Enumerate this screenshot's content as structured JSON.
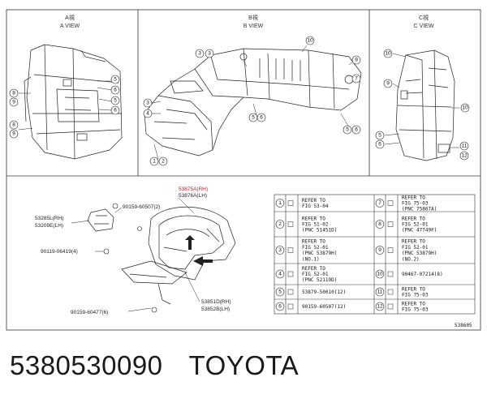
{
  "views": [
    {
      "title": "A視",
      "subtitle": "A VIEW"
    },
    {
      "title": "B視",
      "subtitle": "B VIEW"
    },
    {
      "title": "C視",
      "subtitle": "C VIEW"
    }
  ],
  "callouts": [
    "①",
    "②",
    "③",
    "④",
    "⑤",
    "⑥",
    "⑦",
    "⑧",
    "⑨",
    "⑩",
    "⑪",
    "⑫"
  ],
  "parts": {
    "liner_rh": "53875A(RH)",
    "liner_lh": "53876A(LH)",
    "seal_rh": "53285L(RH)",
    "seal_lh": "53209E(LH)",
    "clip_1": "90159-60507(2)",
    "clip_2": "90119-06419(4)",
    "cover_rh": "53851D(RH)",
    "cover_lh": "53852B(LH)",
    "clip_3": "90159-60477(6)"
  },
  "legend": {
    "left": [
      {
        "n": "①",
        "lines": [
          "REFER TO",
          "FIG 53-04"
        ]
      },
      {
        "n": "②",
        "lines": [
          "REFER TO",
          "FIG 51-02",
          "(PNC 51451D)"
        ]
      },
      {
        "n": "③",
        "lines": [
          "REFER TO",
          "FIG 52-01",
          "(PNC 53879H)",
          "(NO.1)"
        ]
      },
      {
        "n": "④",
        "lines": [
          "REFER TO",
          "FIG 52-01",
          "(PNC 52119D)"
        ]
      },
      {
        "n": "⑤",
        "lines": [
          "53879-50010(12)"
        ]
      },
      {
        "n": "⑥",
        "lines": [
          "90159-60507(12)"
        ]
      }
    ],
    "right": [
      {
        "n": "⑦",
        "lines": [
          "REFER TO",
          "FIG 75-03",
          "(PNC 75867A)"
        ]
      },
      {
        "n": "⑧",
        "lines": [
          "REFER TO",
          "FIG 52-01",
          "(PNC 47749F)"
        ]
      },
      {
        "n": "⑨",
        "lines": [
          "REFER TO",
          "FIG 52-01",
          "(PNC 53879H)",
          "(NO.2)"
        ]
      },
      {
        "n": "⑩",
        "lines": [
          "90467-07214(8)"
        ]
      },
      {
        "n": "⑪",
        "lines": [
          "REFER TO",
          "FIG 75-03"
        ]
      },
      {
        "n": "⑫",
        "lines": [
          "REFER TO",
          "FIG 75-03"
        ]
      }
    ]
  },
  "figure_code": "538605",
  "caption": {
    "part_number": "5380530090",
    "brand": "TOYOTA"
  }
}
